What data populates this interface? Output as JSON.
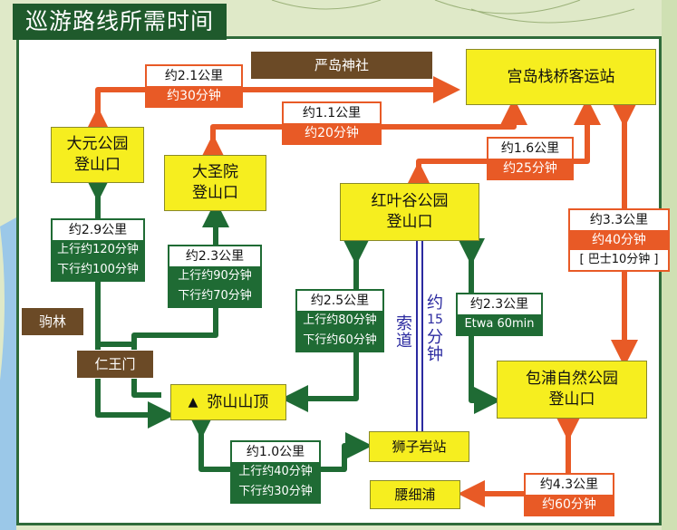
{
  "title": "巡游路线所需时间",
  "colors": {
    "orange": "#e85a26",
    "green": "#1f6b34",
    "yellow": "#f6ee1f",
    "brown": "#6b4a26",
    "ropeway": "#2b2aa0"
  },
  "places": {
    "itsukushima_shrine": "严岛神社",
    "miyajima_pier": "宫岛栈桥客运站",
    "omoto_line": [
      "大元公园",
      "登山口"
    ],
    "daishoin_line": [
      "大圣院",
      "登山口"
    ],
    "momijidani_line": [
      "红叶谷公园",
      "登山口"
    ],
    "tsutsumigaura_line": [
      "包浦自然公园",
      "登山口"
    ],
    "komabayashi": "驹林",
    "niomon": "仁王门",
    "summit": "弥山山顶",
    "summit_icon": "mountain-peak-icon",
    "shishiiwa_station": "狮子岩站",
    "koshibosoura": "腰细浦"
  },
  "routes": {
    "pier_omoto": {
      "distance": "约2.1公里",
      "time": "约30分钟"
    },
    "pier_daishoin": {
      "distance": "约1.1公里",
      "time": "约20分钟"
    },
    "pier_momijidani": {
      "distance": "约1.6公里",
      "time": "约25分钟"
    },
    "pier_tsutsumigaura": {
      "distance": "约3.3公里",
      "time": "约40分钟",
      "bus": "[ 巴士10分钟 ]"
    },
    "omoto_summit": {
      "distance": "约2.9公里",
      "up": "上行约120分钟",
      "down": "下行约100分钟"
    },
    "daishoin_summit": {
      "distance": "约2.3公里",
      "up": "上行约90分钟",
      "down": "下行约70分钟"
    },
    "momijidani_summit": {
      "distance": "约2.5公里",
      "up": "上行约80分钟",
      "down": "下行约60分钟"
    },
    "momijidani_tsutsumigaura": {
      "distance": "约2.3公里",
      "time": "Etwa 60min"
    },
    "summit_shishiiwa": {
      "distance": "约1.0公里",
      "up": "上行约40分钟",
      "down": "下行约30分钟"
    },
    "tsutsumigaura_koshibosoura": {
      "distance": "约4.3公里",
      "time": "约60分钟"
    },
    "ropeway": {
      "label": [
        "索",
        "道"
      ],
      "time": [
        "约",
        "15",
        "分",
        "钟"
      ]
    }
  }
}
